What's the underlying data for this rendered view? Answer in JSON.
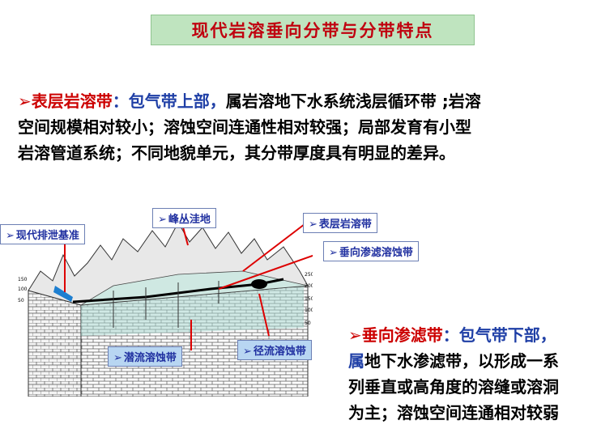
{
  "title": "现代岩溶垂向分带与分带特点",
  "section1": {
    "term": "表层岩溶带",
    "colon": "：",
    "highlight": "包气带上部，",
    "line1_rest": "属岩溶地下水系统浅层循环带 ;岩溶",
    "line2": "空间规模相对较小；溶蚀空间连通性相对较强；局部发育有小型",
    "line3": "岩溶管道系统；不同地貌单元，其分带厚度具有明显的差异。"
  },
  "section2": {
    "term": "垂向渗滤带",
    "colon": "：",
    "highlight1": "包气带下部，",
    "highlight2": "属",
    "line1_rest": "地下水渗滤带，以形成一系",
    "line2": "列垂直或高角度的溶缝或溶洞",
    "line3": "为主；溶蚀空间连通相对较弱"
  },
  "diagram_labels": {
    "baseline": "现代排泄基准",
    "peak": "峰丛洼地",
    "surface": "表层岩溶带",
    "vertical": "垂向渗滤溶蚀带",
    "subsurface": "潜流溶蚀带",
    "runoff": "径流溶蚀带"
  },
  "scale_left": [
    "150",
    "100",
    "50"
  ],
  "scale_right": [
    "250",
    "200",
    "150",
    "100",
    "50"
  ],
  "colors": {
    "accent": "#cc0000",
    "title_bg": "#bfe4bf",
    "label_text": "#2030a0"
  }
}
